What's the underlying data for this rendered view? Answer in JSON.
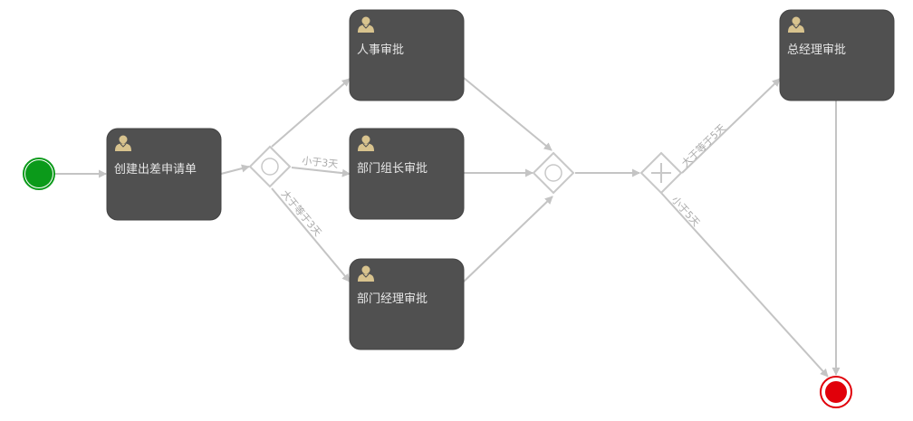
{
  "diagram": {
    "type": "bpmn-process",
    "colors": {
      "task_fill": "#505050",
      "task_text": "#e6e6e6",
      "user_icon": "#d8c38e",
      "flow_line": "#c4c4c4",
      "flow_label": "#aaaaaa",
      "gateway_stroke": "#c8c8c8",
      "start_event": "#0b9a1a",
      "end_event": "#e1000a"
    },
    "events": {
      "start": {
        "kind": "start-event"
      },
      "end": {
        "kind": "end-event"
      }
    },
    "tasks": {
      "create_request": {
        "label": "创建出差申请单",
        "icon": "user-icon"
      },
      "hr_approval": {
        "label": "人事审批",
        "icon": "user-icon"
      },
      "team_lead_approval": {
        "label": "部门组长审批",
        "icon": "user-icon"
      },
      "dept_manager_approval": {
        "label": "部门经理审批",
        "icon": "user-icon"
      },
      "gm_approval": {
        "label": "总经理审批",
        "icon": "user-icon"
      }
    },
    "gateways": {
      "split_inclusive": {
        "kind": "inclusive-gateway"
      },
      "join_inclusive": {
        "kind": "inclusive-gateway"
      },
      "decision_parallel": {
        "kind": "parallel-gateway"
      }
    },
    "conditions": {
      "less_than_3": "小于3天",
      "at_least_3": "大于等于3天",
      "at_least_5": "大于等于5天",
      "less_than_5": "小于5天"
    }
  }
}
